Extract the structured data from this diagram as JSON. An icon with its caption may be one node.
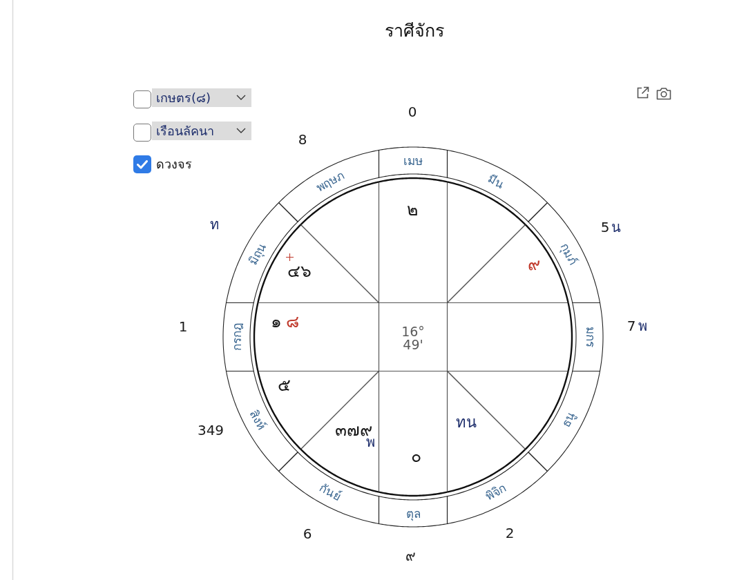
{
  "diagram": {
    "title": "ราศีจักร",
    "nodes": [
      {
        "text": [
          "เมษ"
        ],
        "beside": [
          "0"
        ]
      },
      {
        "text": [
          "พฤษภ"
        ],
        "beside": [
          "8"
        ]
      },
      {
        "text": [
          "มิถุน"
        ],
        "beside": [
          "ท"
        ]
      },
      {
        "text": [
          "กรกฎ"
        ],
        "beside": [
          "1"
        ]
      },
      {
        "text": [
          "สิงห์"
        ],
        "beside": [
          "349"
        ]
      },
      {
        "text": [
          "กันย์"
        ],
        "beside": [
          "6"
        ]
      },
      {
        "text": [
          "ตุล"
        ],
        "beside": [
          "๙"
        ]
      },
      {
        "text": [
          "พิจิก"
        ],
        "beside": [
          "2"
        ]
      },
      {
        "text": [
          "ธนู"
        ]
      },
      {
        "text": [
          "มกร"
        ],
        "beside": [
          "7",
          "พ"
        ]
      },
      {
        "text": [
          "กุมภ์"
        ],
        "beside": [
          "5",
          "น"
        ]
      },
      {
        "text": [
          "มีน"
        ]
      },
      {
        "text": [
          "๒"
        ]
      },
      {
        "text": [],
        "shape": "triangle"
      },
      {
        "text": [
          "๔๖"
        ]
      },
      {
        "text": [
          "๑",
          "๘"
        ]
      },
      {
        "text": [
          "๕"
        ]
      },
      {
        "text": [
          "๓๗๙",
          "พ"
        ]
      },
      {
        "text": [
          "๐"
        ]
      },
      {
        "text": [
          "ทน"
        ]
      },
      {
        "text": [],
        "shape": "triangle"
      },
      {
        "text": [],
        "shape": "box"
      },
      {
        "text": [
          "๙"
        ]
      },
      {
        "text": [],
        "shape": "triangle"
      },
      {
        "text": [
          "16° 49'"
        ]
      }
    ],
    "labels": [
      "เกษตร(๘)",
      "เรือนลัคนา",
      "ดวงจร"
    ]
  }
}
